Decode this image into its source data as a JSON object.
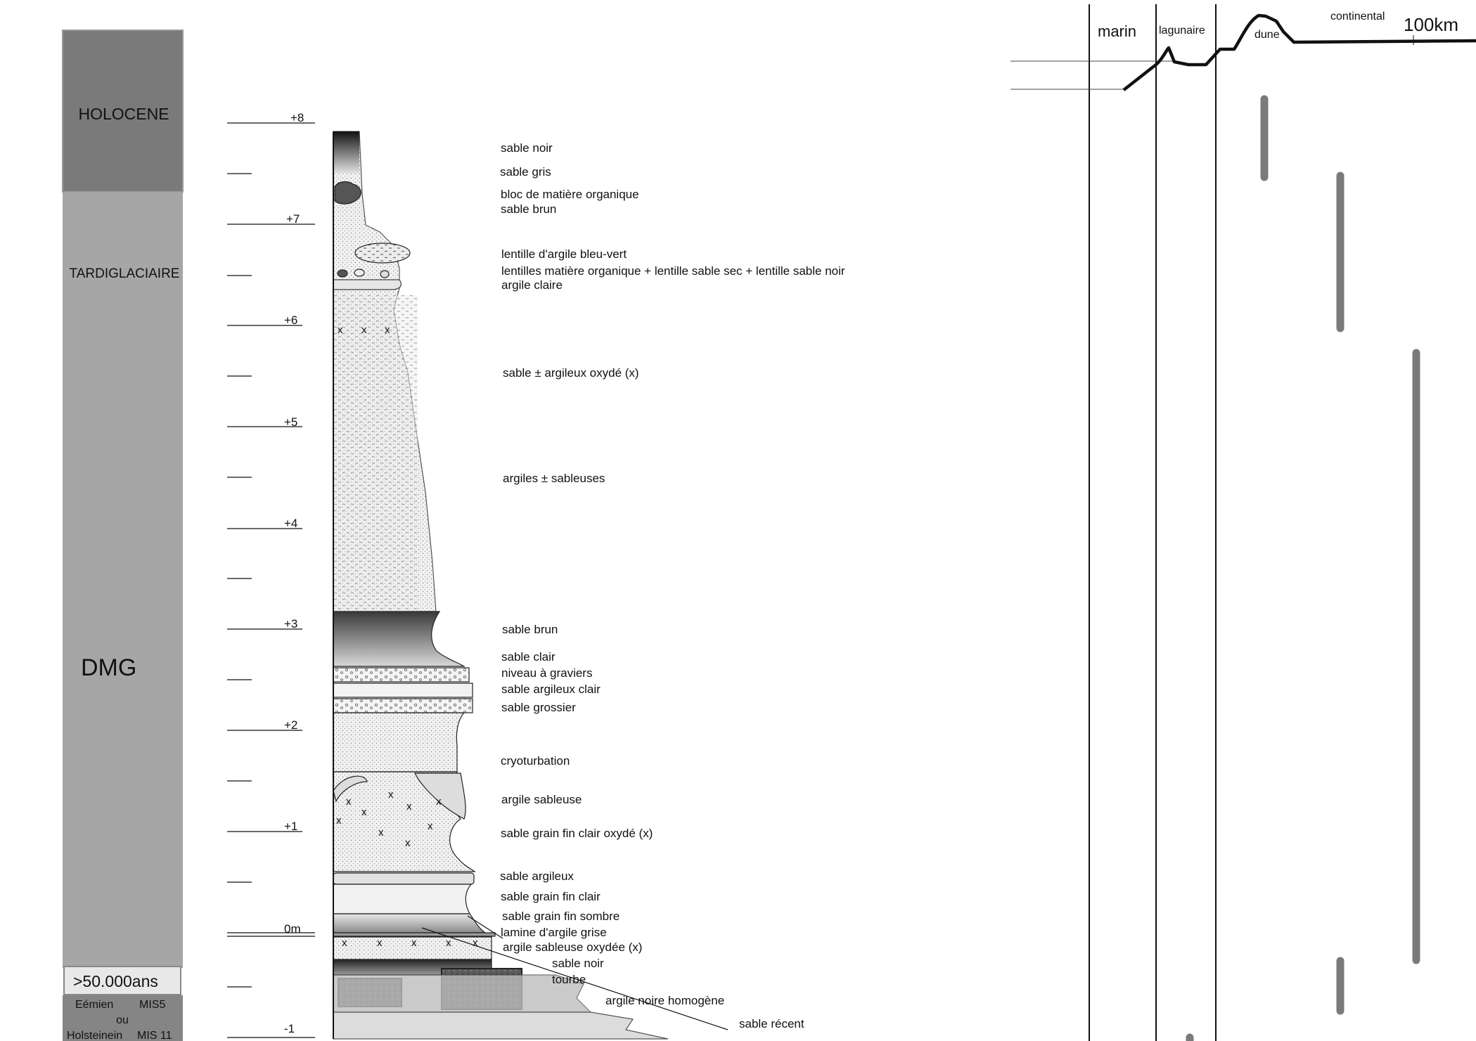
{
  "periods": {
    "holocene": "HOLOCENE",
    "tardiglaciaire": "TARDIGLACIAIRE",
    "dmg": "DMG",
    "age": ">50.000ans",
    "bottom_line1a": "Eémien",
    "bottom_line1b": "MIS5",
    "bottom_line2": "ou",
    "bottom_line3a": "Holsteinein",
    "bottom_line3b": "MIS 11"
  },
  "scale_ticks": [
    "+8",
    "+7",
    "+6",
    "+5",
    "+4",
    "+3",
    "+2",
    "+1",
    "0m",
    "-1"
  ],
  "layers": [
    "sable noir",
    "sable gris",
    "bloc de matière organique",
    "sable brun",
    "lentille d'argile bleu-vert",
    "lentilles matière organique + lentille sable sec + lentille sable noir",
    "argile claire",
    "sable ± argileux oxydé (x)",
    "argiles ± sableuses",
    "sable brun",
    "sable clair",
    "niveau à graviers",
    "sable argileux clair",
    "sable grossier",
    "cryoturbation",
    "argile sableuse",
    "sable grain fin clair oxydé (x)",
    "sable argileux",
    "sable grain fin clair",
    "sable grain fin sombre",
    "lamine d'argile grise",
    "argile sableuse oxydée (x)",
    "sable noir",
    "tourbe",
    "argile noire homogène",
    "sable récent"
  ],
  "environments": {
    "marin": "marin",
    "lagunaire": "lagunaire",
    "dune": "dune",
    "continental": "continental",
    "distance": "100km"
  }
}
